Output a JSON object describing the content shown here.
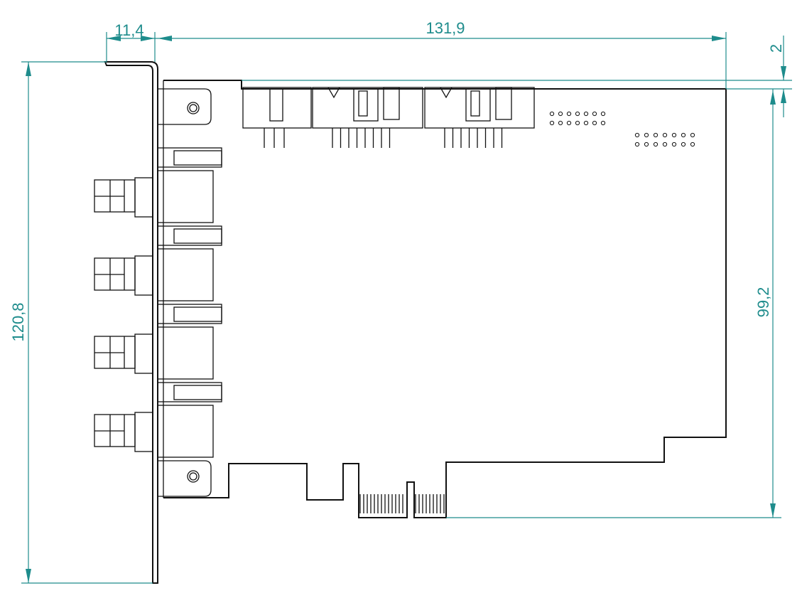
{
  "colors": {
    "dimension": "#1e8c8c",
    "outline": "#111111"
  },
  "dimensions": {
    "bracket_offset": "11,4",
    "board_length": "131,9",
    "top_offset": "2",
    "total_height": "120,8",
    "board_height": "99,2"
  },
  "connectors": {
    "bnc_count": 4,
    "pin_headers": 3
  }
}
